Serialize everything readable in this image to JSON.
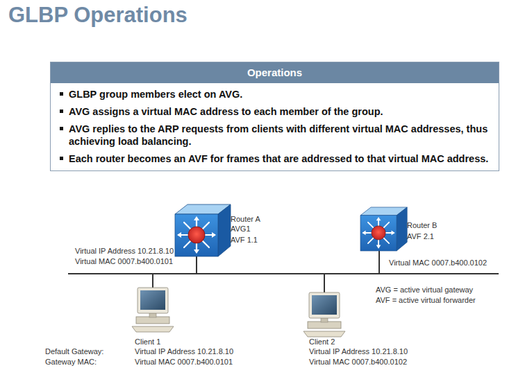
{
  "diagram": {
    "title": "GLBP Operations",
    "nodes": [
      {
        "text": [
          "Operations",
          "GLBP group members elect on AVG.",
          "AVG assigns a virtual MAC address to each member of the group.",
          "AVG replies to the ARP requests from clients with different virtual MAC addresses, thus achieving load balancing.",
          "Each router becomes an AVF for frames that are addressed to that virtual MAC address."
        ]
      },
      {
        "text": [
          "Router A",
          "AVG1",
          "AVF 1.1"
        ]
      },
      {
        "text": [
          "Router B",
          "AVF 2.1"
        ]
      },
      {
        "text": [
          "Client 1"
        ]
      },
      {
        "text": [
          "Client 2"
        ]
      }
    ],
    "labels": [
      "Virtual IP Address 10.21.8.10",
      "Virtual MAC 0007.b400.0101",
      "Virtual MAC 0007.b400.0102",
      "AVG = active virtual gateway",
      "AVF = active virtual forwarder",
      "Default Gateway:",
      "Gateway MAC:",
      "Virtual IP Address 10.21.8.10",
      "Virtual MAC 0007.b400.0101",
      "Virtual IP Address 10.21.8.10",
      "Virtual MAC 0007.b400.0102"
    ]
  }
}
